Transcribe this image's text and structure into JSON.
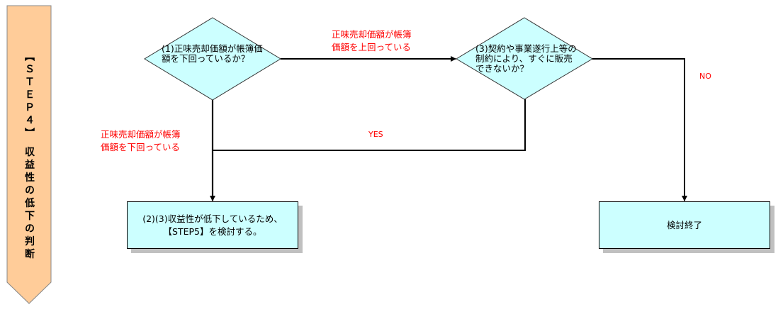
{
  "banner": {
    "label": "【ＳＴＥＰ４】 収益性の低下の判断",
    "color": "#ffcc99"
  },
  "decision1": {
    "text": "(1)正味売却価額が帳簿価額を下回っているか？"
  },
  "decision2": {
    "text": "(3)契約や事業遂行上等の制約により、すぐに販売できないか？"
  },
  "labels": {
    "upper_red": [
      "正味売却価額が帳簿",
      "価額を上回っている"
    ],
    "lower_red": [
      "正味売却価額が帳簿",
      "価額を下回っている"
    ],
    "yes": "YES",
    "no": "NO"
  },
  "result1": {
    "lines": [
      "(2)(3)収益性が低下しているため、",
      "【STEP5】を検討する。"
    ]
  },
  "result2": {
    "text": "検討終了"
  },
  "colors": {
    "shape_fill": "#ccffff",
    "label": "#ff0000"
  }
}
